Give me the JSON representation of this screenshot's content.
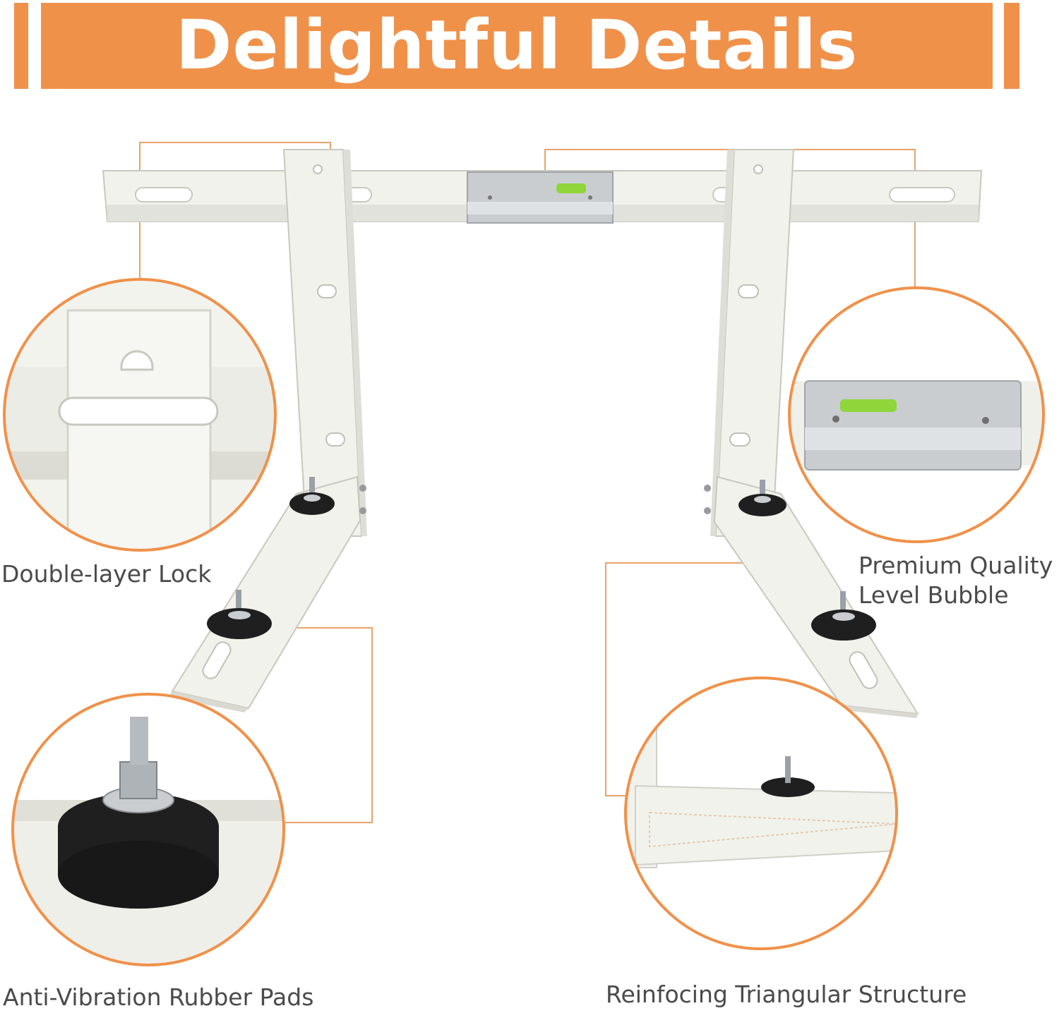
{
  "banner": {
    "title": "Delightful Details",
    "color": "#f0914a"
  },
  "callouts": [
    {
      "id": "double-layer-lock",
      "label": "Double-layer Lock"
    },
    {
      "id": "level-bubble",
      "label_line1": "Premium Quality",
      "label_line2": "Level Bubble"
    },
    {
      "id": "rubber-pads",
      "label": "Anti-Vibration Rubber Pads"
    },
    {
      "id": "triangular-structure",
      "label": "Reinfocing Triangular Structure"
    }
  ],
  "colors": {
    "accent": "#f0914a",
    "bracket": "#f2f2ec",
    "bracket_shadow": "#d9d9d2",
    "text": "#4a4a4a",
    "rubber": "#1f1f1f",
    "aluminum": "#c9cdd0",
    "bubble": "#8fd63a"
  }
}
